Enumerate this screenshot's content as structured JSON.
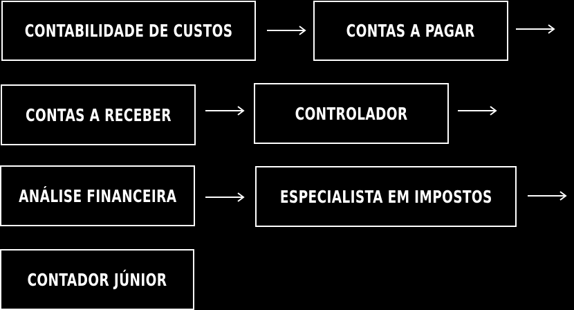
{
  "diagram": {
    "nodes": [
      {
        "id": "contabilidade-de-custos",
        "label": "CONTABILIDADE DE CUSTOS"
      },
      {
        "id": "contas-a-pagar",
        "label": "CONTAS A PAGAR"
      },
      {
        "id": "contas-a-receber",
        "label": "CONTAS A RECEBER"
      },
      {
        "id": "controlador",
        "label": "CONTROLADOR"
      },
      {
        "id": "analise-financeira",
        "label": "ANÁLISE FINANCEIRA"
      },
      {
        "id": "especialista-em-impostos",
        "label": "ESPECIALISTA EM IMPOSTOS"
      },
      {
        "id": "contador-junior",
        "label": "CONTADOR JÚNIOR"
      }
    ],
    "colors": {
      "background": "#000000",
      "foreground": "#ffffff"
    }
  }
}
